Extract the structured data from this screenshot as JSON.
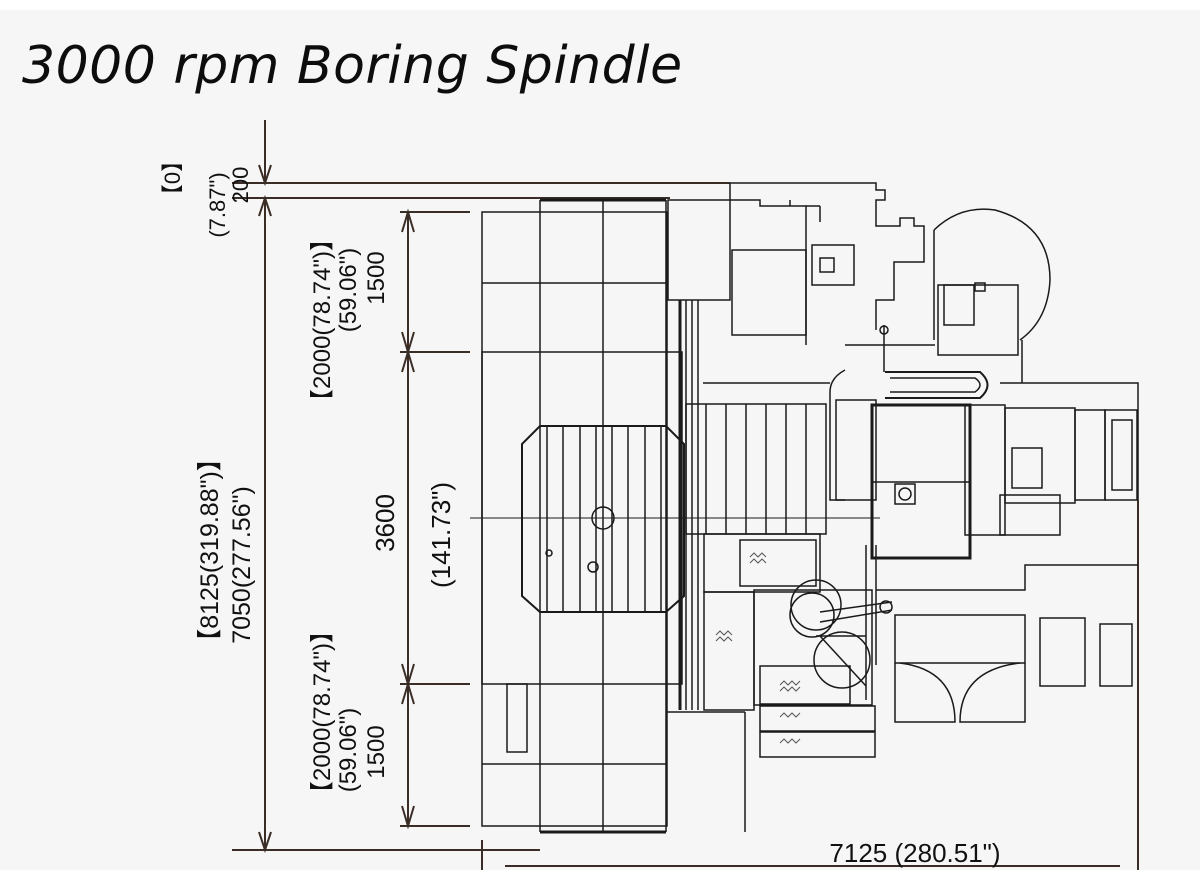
{
  "title": "3000 rpm Boring Spindle",
  "dimensions": {
    "top_offset": "200",
    "top_offset_imperial": "(7.87\")",
    "top_offset_bracket": "【0】",
    "overall_length": "7050(277.56\")",
    "overall_length_bracket": "【8125(319.88\")】",
    "upper_travel": "1500",
    "upper_travel_imperial": "(59.06\")",
    "upper_travel_bracket": "【2000(78.74\")】",
    "table_length": "3600",
    "table_length_imperial": "(141.73\")",
    "lower_travel": "1500",
    "lower_travel_imperial": "(59.06\")",
    "lower_travel_bracket": "【2000(78.74\")】",
    "overall_width": "7125 (280.51\")"
  },
  "colors": {
    "background": "#f6f6f6",
    "line": "#1a1a1a",
    "dim_line": "#3a2d26"
  }
}
